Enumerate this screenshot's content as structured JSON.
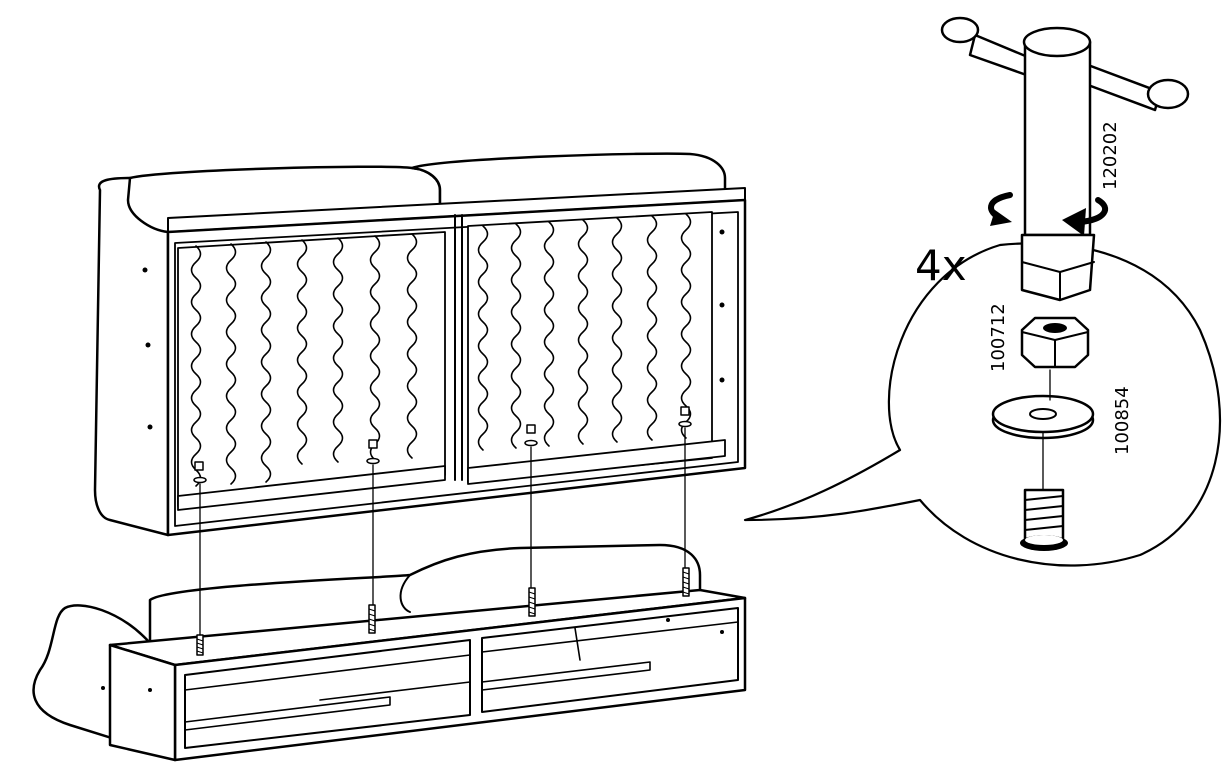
{
  "detail": {
    "quantity": "4x",
    "parts": [
      {
        "id": "tool",
        "number": "120202"
      },
      {
        "id": "nut",
        "number": "100712"
      },
      {
        "id": "washer",
        "number": "100854"
      }
    ]
  },
  "colors": {
    "ink": "#000000",
    "paper": "#ffffff"
  }
}
